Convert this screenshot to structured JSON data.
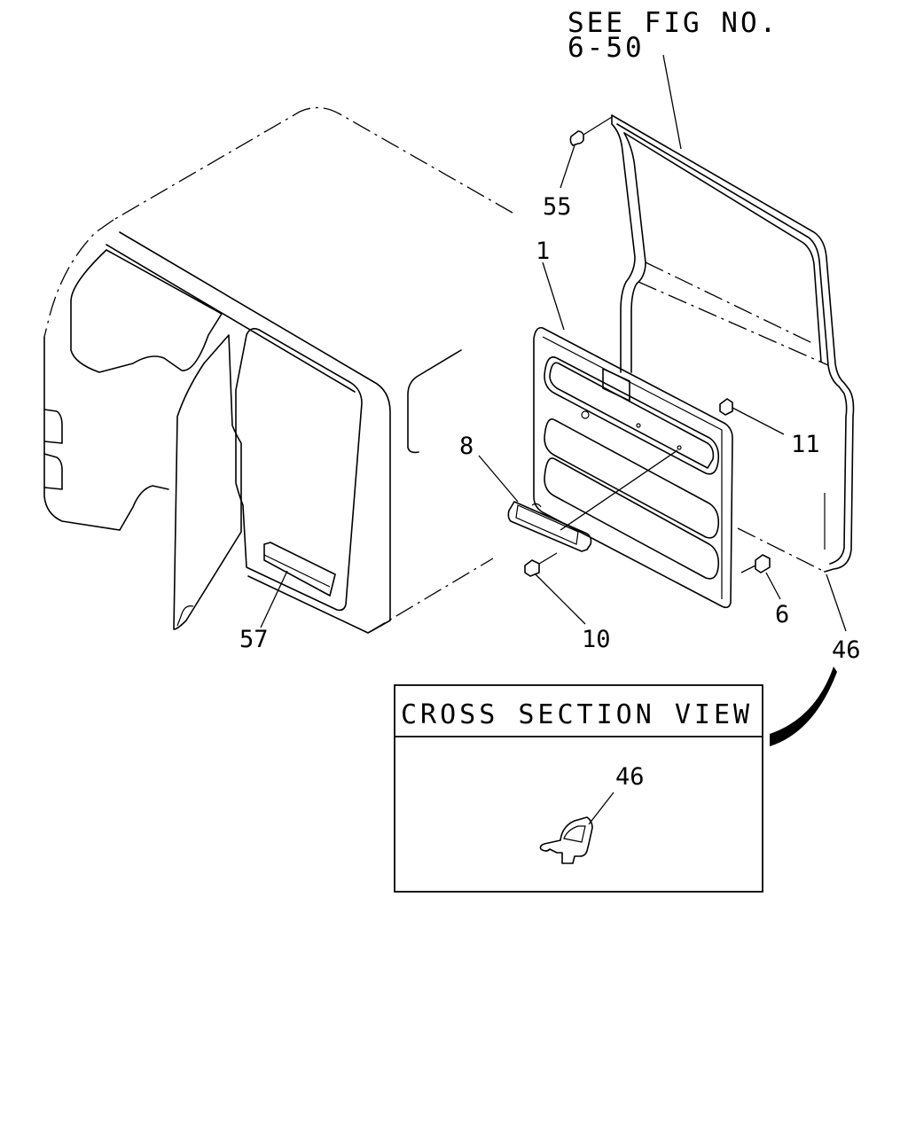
{
  "reference_note": {
    "line1": "SEE FIG NO.",
    "line2": "6-50"
  },
  "callouts": [
    {
      "id": "callout-55",
      "label": "55"
    },
    {
      "id": "callout-1",
      "label": "1"
    },
    {
      "id": "callout-11",
      "label": "11"
    },
    {
      "id": "callout-8",
      "label": "8"
    },
    {
      "id": "callout-6",
      "label": "6"
    },
    {
      "id": "callout-10",
      "label": "10"
    },
    {
      "id": "callout-57",
      "label": "57"
    },
    {
      "id": "callout-46",
      "label": "46"
    }
  ],
  "cross_section": {
    "title": "CROSS SECTION VIEW",
    "part_label": "46"
  }
}
